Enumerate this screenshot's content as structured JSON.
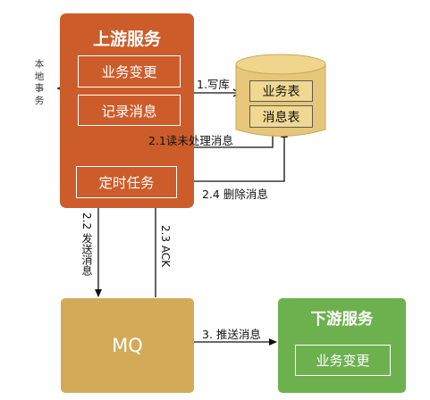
{
  "colors": {
    "upstream": "#cd5c2b",
    "mq": "#d3aa57",
    "downstream": "#6db14f",
    "database": "#e6c77a",
    "arrow": "#111111"
  },
  "upstream": {
    "title": "上游服务",
    "biz_change": "业务变更",
    "record_msg": "记录消息",
    "scheduled_task": "定时任务"
  },
  "local_transaction": "本地事务",
  "database": {
    "biz_table": "业务表",
    "msg_table": "消息表"
  },
  "mq": {
    "label": "MQ"
  },
  "downstream": {
    "title": "下游服务",
    "biz_change": "业务变更"
  },
  "edges": {
    "write": "1.写库",
    "read_unprocessed": "2.1读未处理消息",
    "send_msg": "2.2 发送消息",
    "ack": "2.3 ACK",
    "delete_msg": "2.4 删除消息",
    "push_msg": "3. 推送消息"
  }
}
